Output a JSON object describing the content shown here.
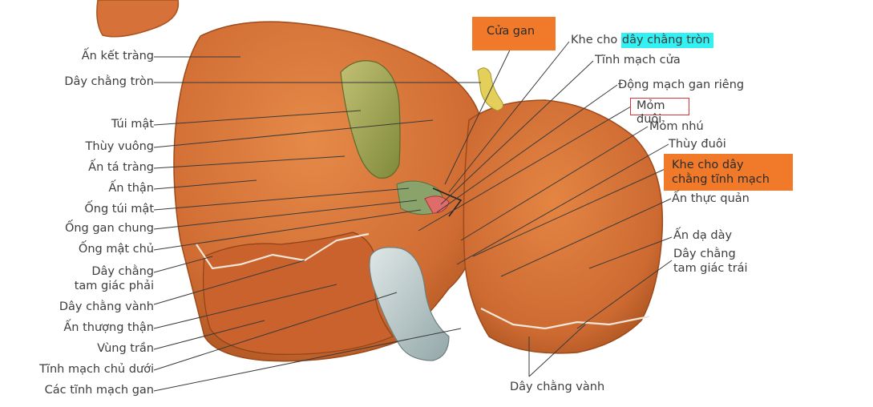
{
  "figure": {
    "labels_left": [
      "Ấn kết tràng",
      "Dây chằng tròn",
      "Túi mật",
      "Thùy vuông",
      "Ấn tá tràng",
      "Ấn thận",
      "Ống túi mật",
      "Ống gan chung",
      "Ống mật chủ",
      "Dây chằng",
      "tam giác phải",
      "Dây chằng vành",
      "Ấn thượng thận",
      "Vùng trần",
      "Tĩnh mạch chủ dưới",
      "Các tĩnh mạch gan"
    ],
    "label_portal": "Cửa gan",
    "label_fissure_prefix": "Khe cho ",
    "label_fissure_highlight": "dây chằng tròn",
    "labels_right": [
      "Tĩnh mạch cửa",
      "Động mạch gan riêng",
      "Mỏm đuôi",
      "Mỏm nhú",
      "Thùy đuôi",
      "Khe cho dây",
      "chằng tĩnh mạch",
      "Ấn thực quản",
      "Ấn dạ dày",
      "Dây chằng",
      "tam giác trái"
    ],
    "label_bottom": "Dây chằng vành",
    "colors": {
      "liver": "#d9773a",
      "liver_dark": "#b85a25",
      "gallbladder": "#a8a845",
      "ivc": "#b9c8c8",
      "orange_box": "#f07a2a",
      "cyan_highlight": "#33f0f2",
      "outline_box": "#d9343a"
    }
  }
}
